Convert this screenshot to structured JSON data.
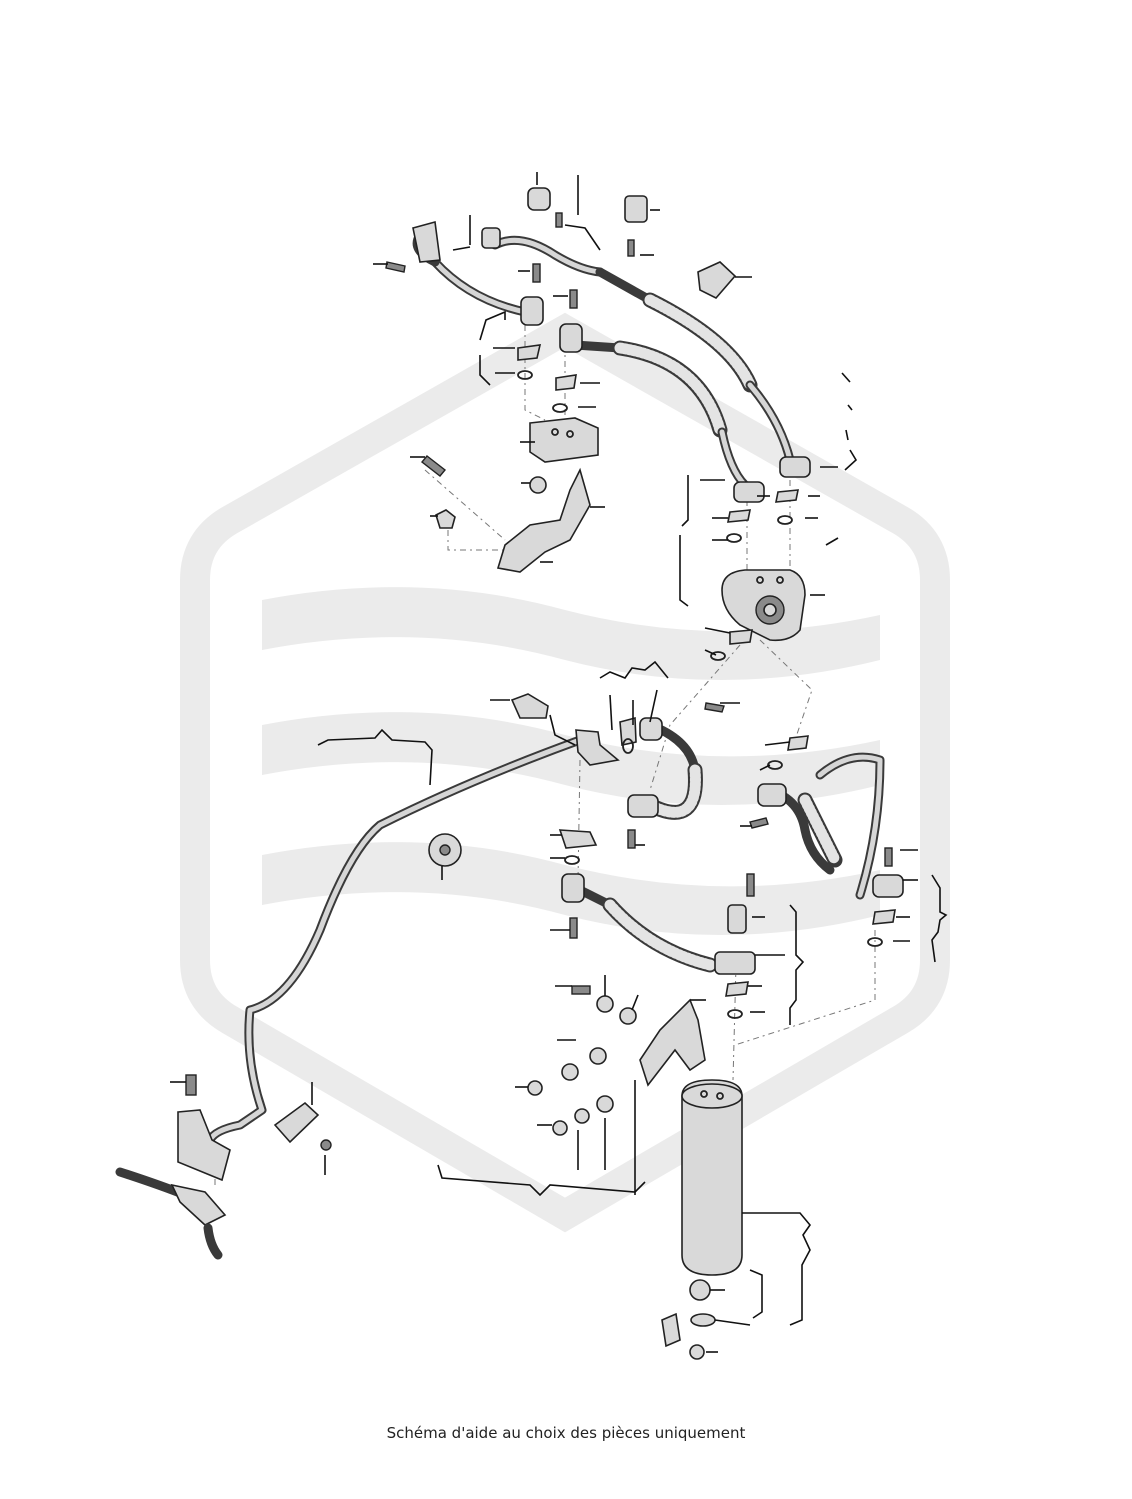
{
  "caption": "Schéma d'aide au choix des pièces uniquement",
  "colors": {
    "watermark": "#ebebeb",
    "line": "#222222",
    "part_fill": "#d9d9d9",
    "background": "#ffffff"
  },
  "icons": [
    "exploded-parts-diagram",
    "watermark-logo"
  ]
}
